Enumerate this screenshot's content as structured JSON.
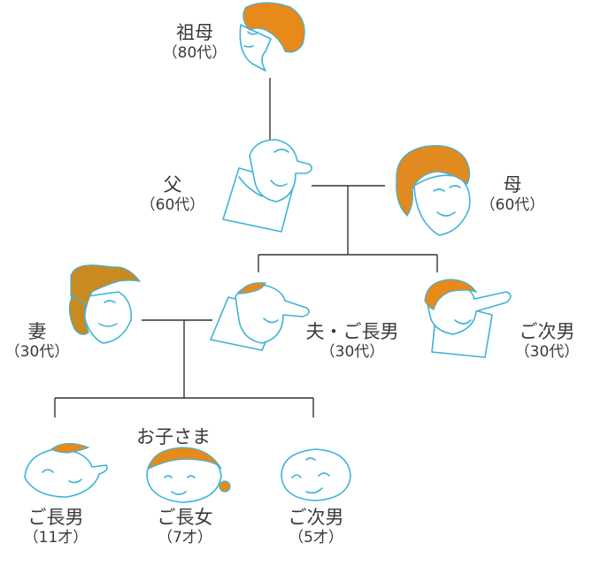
{
  "members": {
    "grandmother": {
      "role": "祖母",
      "age": "（80代）"
    },
    "father": {
      "role": "父",
      "age": "（60代）"
    },
    "mother": {
      "role": "母",
      "age": "（60代）"
    },
    "wife": {
      "role": "妻",
      "age": "（30代）"
    },
    "husband": {
      "role": "夫・ご長男",
      "age": "（30代）"
    },
    "second_son": {
      "role": "ご次男",
      "age": "（30代）"
    }
  },
  "children_title": "お子さま",
  "children": [
    {
      "role": "ご長男",
      "age": "（11才）"
    },
    {
      "role": "ご長女",
      "age": "（7才）"
    },
    {
      "role": "ご次男",
      "age": "（5才）"
    }
  ],
  "colors": {
    "line": "#333333",
    "face_stroke": "#3fb3d6",
    "hair_orange": "#e88a1a",
    "hair_brown": "#c98a22"
  }
}
